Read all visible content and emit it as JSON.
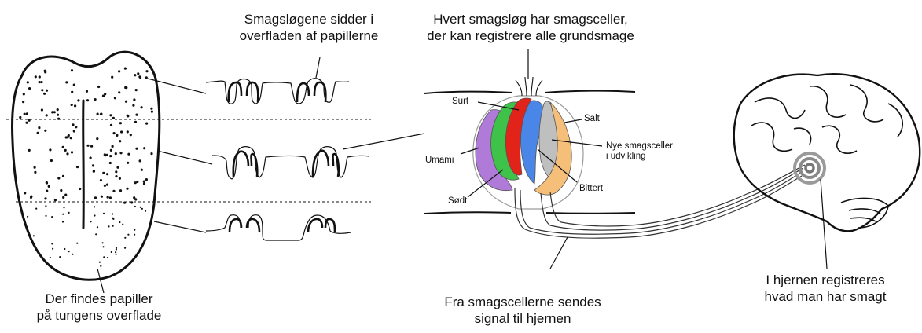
{
  "captions": {
    "papillae_on_tongue": [
      "Der findes papiller",
      "på tungens overflade"
    ],
    "buds_in_papillae": [
      "Smagsløgene sidder i",
      "overfladen af papillerne"
    ],
    "bud_has_cells": [
      "Hvert smagsløg har smagsceller,",
      "der kan registrere alle grundsmage"
    ],
    "signal_to_brain": [
      "Fra smagscellerne sendes",
      "signal til hjernen"
    ],
    "brain_registers": [
      "I hjernen registreres",
      "hvad man har smagt"
    ]
  },
  "taste_cells": {
    "surt": "Surt",
    "umami": "Umami",
    "sodt": "Sødt",
    "salt": "Salt",
    "bittert": "Bittert",
    "new_cells": [
      "Nye smagsceller",
      "i udvikling"
    ]
  },
  "colors": {
    "sour": "#e2231a",
    "umami": "#b07ad8",
    "sweet": "#3ec24a",
    "salt": "#f5bf7a",
    "bitter": "#4a86e8",
    "new_cells": "#bfbfbf",
    "line": "#111111"
  }
}
